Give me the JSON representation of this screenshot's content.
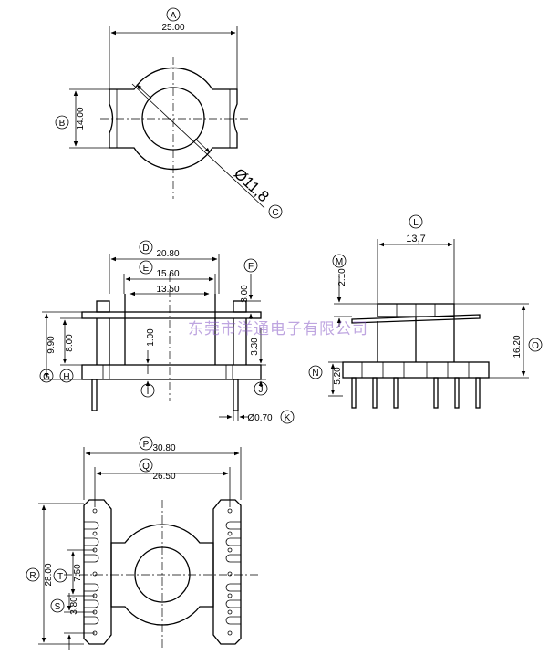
{
  "top_view": {
    "dims": {
      "width": "25.00",
      "height": "14.00",
      "diameter": "Ø11,8"
    },
    "tags": {
      "width": "A",
      "height": "B",
      "diameter": "C"
    }
  },
  "front_view": {
    "dims": {
      "d": "20.80",
      "e": "15.60",
      "inner": "13.50",
      "f": "3.00",
      "g": "9.90",
      "h": "8.00",
      "i": "1.00",
      "j": "3.30",
      "k": "Ø0.70"
    },
    "tags": {
      "d": "D",
      "e": "E",
      "f": "F",
      "g": "G",
      "h": "H",
      "i": "I",
      "j": "J",
      "k": "K"
    }
  },
  "side_view": {
    "dims": {
      "l": "13,7",
      "m": "2.10",
      "n": "5.20",
      "o": "16.20"
    },
    "tags": {
      "l": "L",
      "m": "M",
      "n": "N",
      "o": "O"
    }
  },
  "bottom_view": {
    "dims": {
      "p": "30.80",
      "q": "26.50",
      "r": "28.00",
      "t": "7.50",
      "s": "3.80"
    },
    "tags": {
      "p": "P",
      "q": "Q",
      "r": "R",
      "s": "S",
      "t": "T"
    }
  },
  "watermark": "东莞市洋通电子有限公司",
  "colors": {
    "line": "#000000",
    "watermark": "#8a5cc7"
  }
}
